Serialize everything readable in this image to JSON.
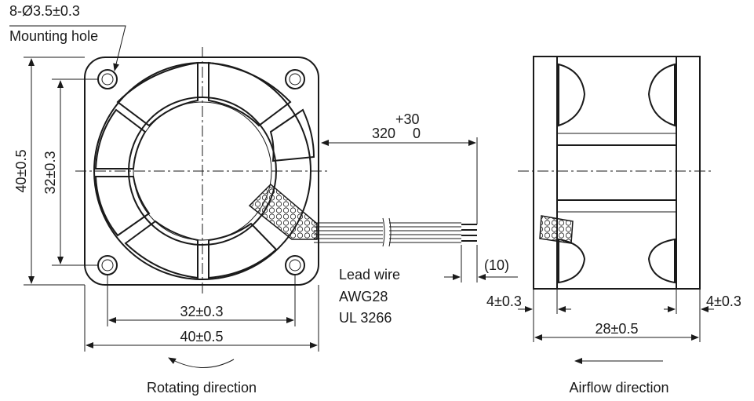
{
  "front_view": {
    "hole_callout": "8-Ø3.5±0.3",
    "hole_label": "Mounting hole",
    "height_outer": "40±0.5",
    "height_pitch": "32±0.3",
    "width_pitch": "32±0.3",
    "width_outer": "40±0.5",
    "rotation_label": "Rotating direction"
  },
  "lead_wire": {
    "length_main": "320",
    "tol_plus": "+30",
    "tol_minus": "0",
    "strip_length": "(10)",
    "line1": "Lead wire",
    "line2": "AWG28",
    "line3": "UL 3266"
  },
  "side_view": {
    "flange_left": "4±0.3",
    "flange_right": "4±0.3",
    "depth": "28±0.5",
    "airflow_label": "Airflow direction"
  }
}
